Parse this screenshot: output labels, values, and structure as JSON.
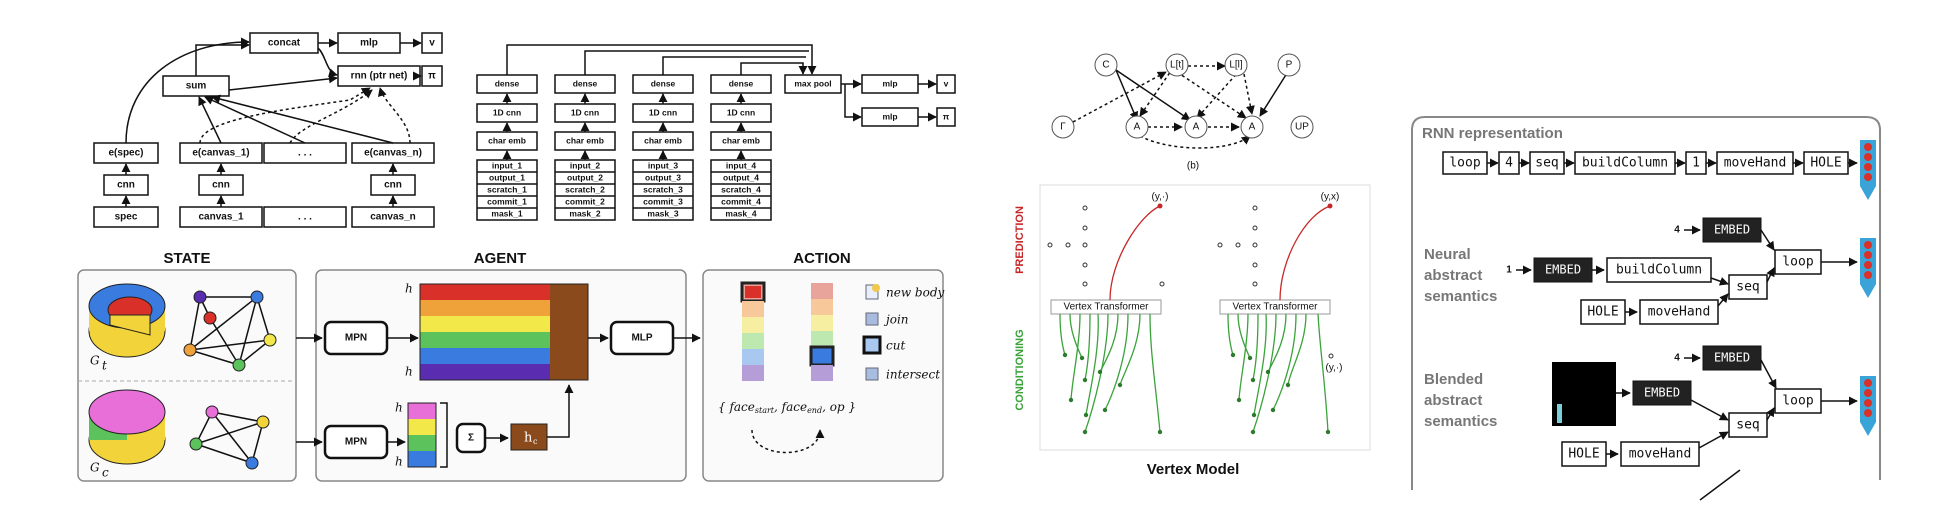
{
  "p1": {
    "concat": "concat",
    "mlp": "mlp",
    "v": "v",
    "sum": "sum",
    "rnn": "rnn (ptr net)",
    "pi": "π",
    "espec": "e(spec)",
    "ec1": "e(canvas_1)",
    "ecn": "e(canvas_n)",
    "ell": ". . .",
    "cnn": "cnn",
    "spec": "spec",
    "c1": "canvas_1",
    "cn": "canvas_n"
  },
  "p2": {
    "dense": "dense",
    "cnn1d": "1D cnn",
    "charemb": "char emb",
    "maxpool": "max pool",
    "mlp": "mlp",
    "v": "v",
    "pi": "π",
    "inputs": [
      [
        "input_1",
        "output_1",
        "scratch_1",
        "commit_1",
        "mask_1"
      ],
      [
        "input_2",
        "output_2",
        "scratch_2",
        "commit_2",
        "mask_2"
      ],
      [
        "input_3",
        "output_3",
        "scratch_3",
        "commit_3",
        "mask_3"
      ],
      [
        "input_4",
        "output_4",
        "scratch_4",
        "commit_4",
        "mask_4"
      ]
    ]
  },
  "p3": {
    "state": "STATE",
    "agent": "AGENT",
    "action": "ACTION",
    "gt": "G",
    "gt_sub": "t",
    "gc": "G",
    "gc_sub": "c",
    "mpn": "MPN",
    "mlp": "MLP",
    "sigma": "Σ",
    "hc": "h",
    "hc_sub": "c",
    "actions": [
      "new body",
      "join",
      "cut",
      "intersect"
    ],
    "tuple": "{ face",
    "tuple_start": "start",
    "tuple_mid": ", face",
    "tuple_end": "end",
    "tuple_op": ", op   }"
  },
  "p4": {
    "nodes": [
      "C",
      "L[t]",
      "L[l]",
      "P",
      "Γ",
      "A",
      "A",
      "A",
      "UP"
    ],
    "caption": "(b)"
  },
  "p5": {
    "prediction": "PREDICTION",
    "conditioning": "CONDITIONING",
    "transformer": "Vertex Transformer",
    "yl": "(y,·)",
    "yx": "(y,x)",
    "y2": "(y,·)",
    "title": "Vertex Model"
  },
  "p6": {
    "rnn_title": "RNN representation",
    "tokens": [
      "loop",
      "4",
      "seq",
      "buildColumn",
      "1",
      "moveHand",
      "HOLE"
    ],
    "neural": [
      "Neural",
      "abstract",
      "semantics"
    ],
    "blended": [
      "Blended",
      "abstract",
      "semantics"
    ],
    "embed": "EMBED",
    "four": "4",
    "one": "1",
    "buildColumn": "buildColumn",
    "loop": "loop",
    "seq": "seq",
    "hole": "HOLE",
    "moveHand": "moveHand"
  },
  "colors": {
    "red": "#d9312a",
    "orange": "#f0a23a",
    "yellow": "#f2e84a",
    "green": "#5cc25c",
    "blue": "#3a7be0",
    "purple": "#5a2db0",
    "brown": "#8b4a1c",
    "pink": "#e86ed8"
  }
}
